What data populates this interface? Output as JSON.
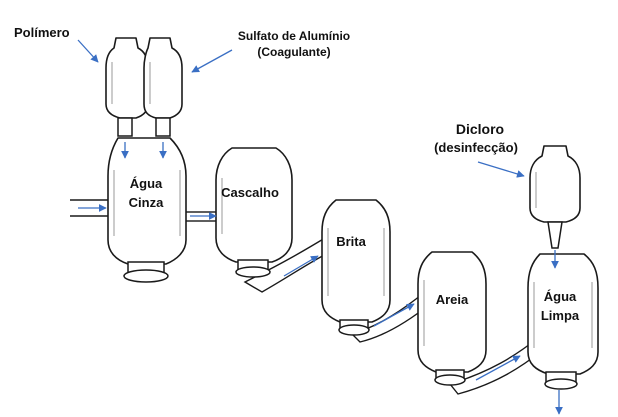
{
  "labels": {
    "polymer": "Polímero",
    "sulfate_line1": "Sulfato de Alumínio",
    "sulfate_line2": "(Coagulante)",
    "dicloro_line1": "Dicloro",
    "dicloro_line2": "(desinfecção)",
    "grey_line1": "Água",
    "grey_line2": "Cinza",
    "gravel": "Cascalho",
    "brita": "Brita",
    "sand": "Areia",
    "clean_line1": "Água",
    "clean_line2": "Limpa"
  },
  "colors": {
    "arrow": "#3a6fc4",
    "outline": "#1a1a1a",
    "text": "#111111"
  }
}
